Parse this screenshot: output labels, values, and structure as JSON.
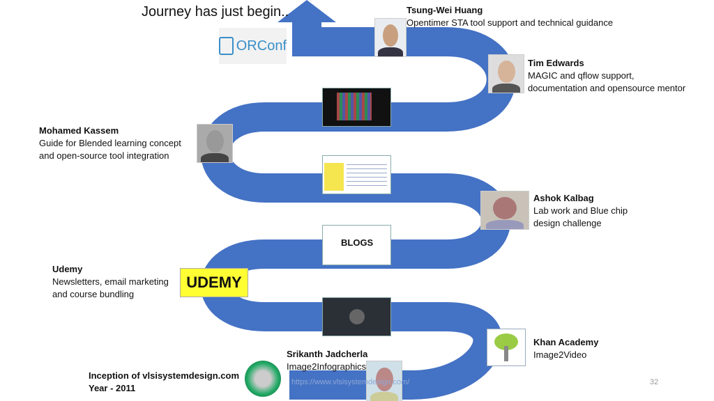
{
  "title": "Journey has just begin..",
  "logo": "ORConf",
  "accent": "#4472C4",
  "people": [
    {
      "name": "Tsung-Wei Huang",
      "desc": [
        "Opentimer STA tool support and technical guidance"
      ]
    },
    {
      "name": "Tim Edwards",
      "desc": [
        "MAGIC and qflow support,",
        "documentation and opensource mentor"
      ]
    },
    {
      "name": "Mohamed Kassem",
      "desc": [
        "Guide for Blended learning concept",
        "and open-source tool integration"
      ]
    },
    {
      "name": "Ashok Kalbag",
      "desc": [
        "Lab work and Blue chip",
        "design challenge"
      ]
    },
    {
      "name": "Udemy",
      "desc": [
        "Newsletters, email marketing",
        "and course bundling"
      ]
    },
    {
      "name": "Khan Academy",
      "desc": [
        "Image2Video"
      ]
    },
    {
      "name": "Srikanth Jadcherla",
      "desc": [
        "Image2Infographics"
      ]
    },
    {
      "name": "Inception of vlsisystemdesign.com",
      "desc": [
        "Year - 2011"
      ]
    }
  ],
  "blogs_label": "BLOGS",
  "udemy_label": "UDEMY",
  "url": "https://www.vlsisystemdesign.com/",
  "page_number": "32"
}
